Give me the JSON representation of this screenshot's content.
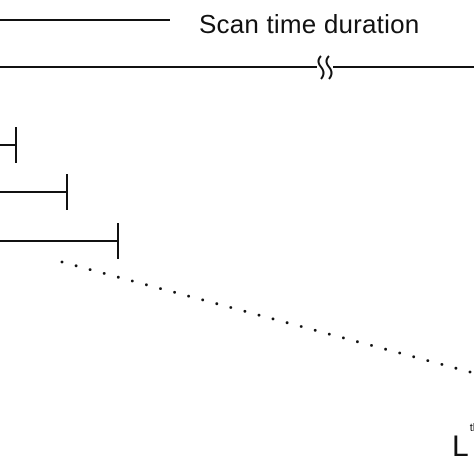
{
  "title": "Scan time duration",
  "label_l": "L",
  "label_sup": "th",
  "dots_count": 30
}
